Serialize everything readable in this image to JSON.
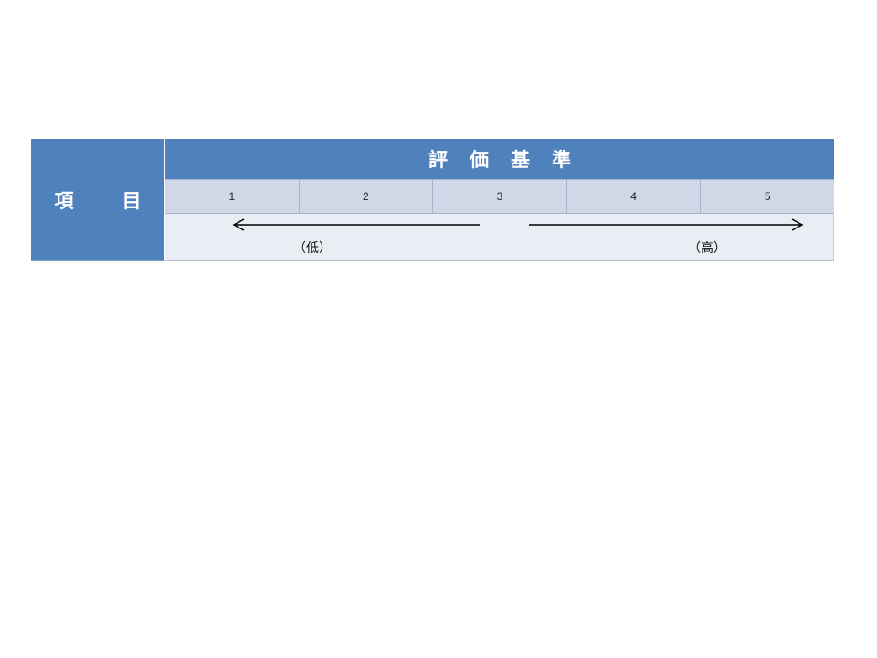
{
  "table": {
    "item_header": "項　目",
    "criteria_header": "評価基準",
    "levels": [
      "1",
      "2",
      "3",
      "4",
      "5"
    ],
    "scale": {
      "low_label": "（低）",
      "high_label": "（高）"
    }
  }
}
